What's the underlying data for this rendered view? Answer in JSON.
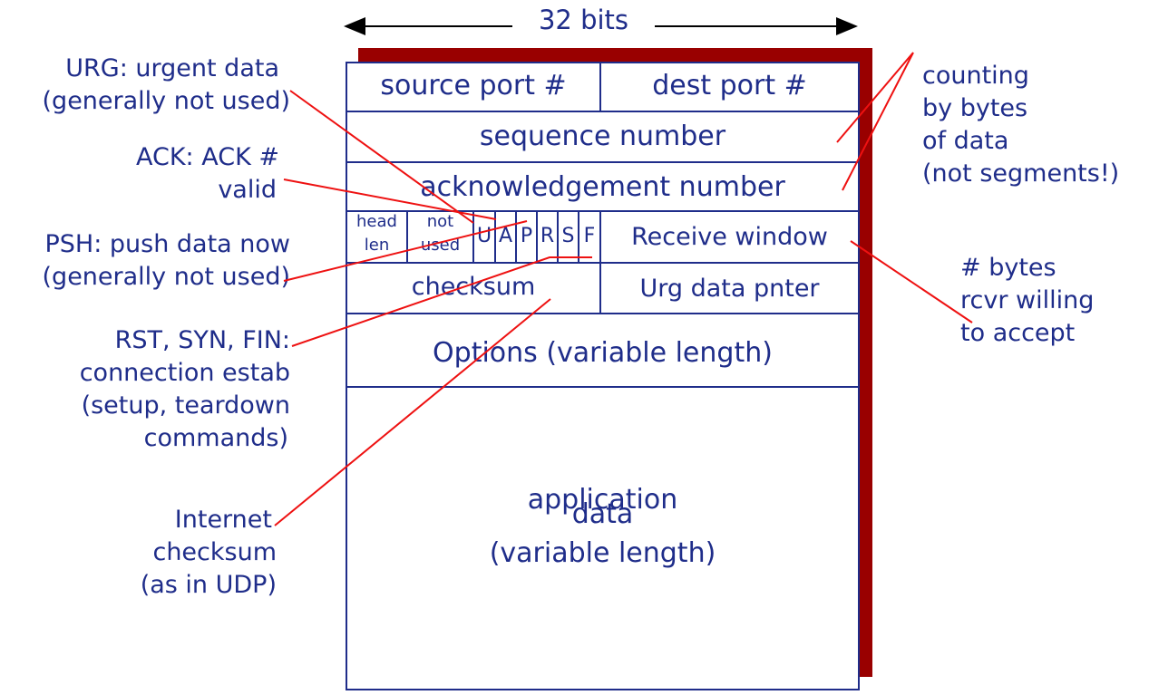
{
  "width_label": "32 bits",
  "fields": {
    "source_port": "source port #",
    "dest_port": "dest port #",
    "sequence_number": "sequence number",
    "ack_number": "acknowledgement number",
    "head_len_1": "head",
    "head_len_2": "len",
    "not_used_1": "not",
    "not_used_2": "used",
    "flag_u": "U",
    "flag_a": "A",
    "flag_p": "P",
    "flag_r": "R",
    "flag_s": "S",
    "flag_f": "F",
    "receive_window": "Receive window",
    "checksum": "checksum",
    "urg_pointer": "Urg data pnter",
    "options": "Options (variable length)",
    "app_data_1": "application",
    "app_data_2": "data",
    "app_data_3": "(variable length)"
  },
  "annotations": {
    "urg": [
      "URG: urgent data",
      "(generally not used)"
    ],
    "ack": [
      "ACK: ACK #",
      "valid"
    ],
    "psh": [
      "PSH: push data now",
      "(generally not used)"
    ],
    "rst": [
      "RST, SYN, FIN:",
      "connection estab",
      "(setup, teardown",
      "commands)"
    ],
    "internet_checksum": [
      "Internet",
      "checksum",
      "(as in UDP)"
    ],
    "counting": [
      "counting",
      "by bytes",
      "of data",
      "(not segments!)"
    ],
    "rcvr": [
      "# bytes",
      "rcvr willing",
      "to accept"
    ]
  },
  "colors": {
    "text": "#1f2d8a",
    "shadow": "#990000",
    "pointer_lines": "#ee1111",
    "arrow": "#000000"
  }
}
